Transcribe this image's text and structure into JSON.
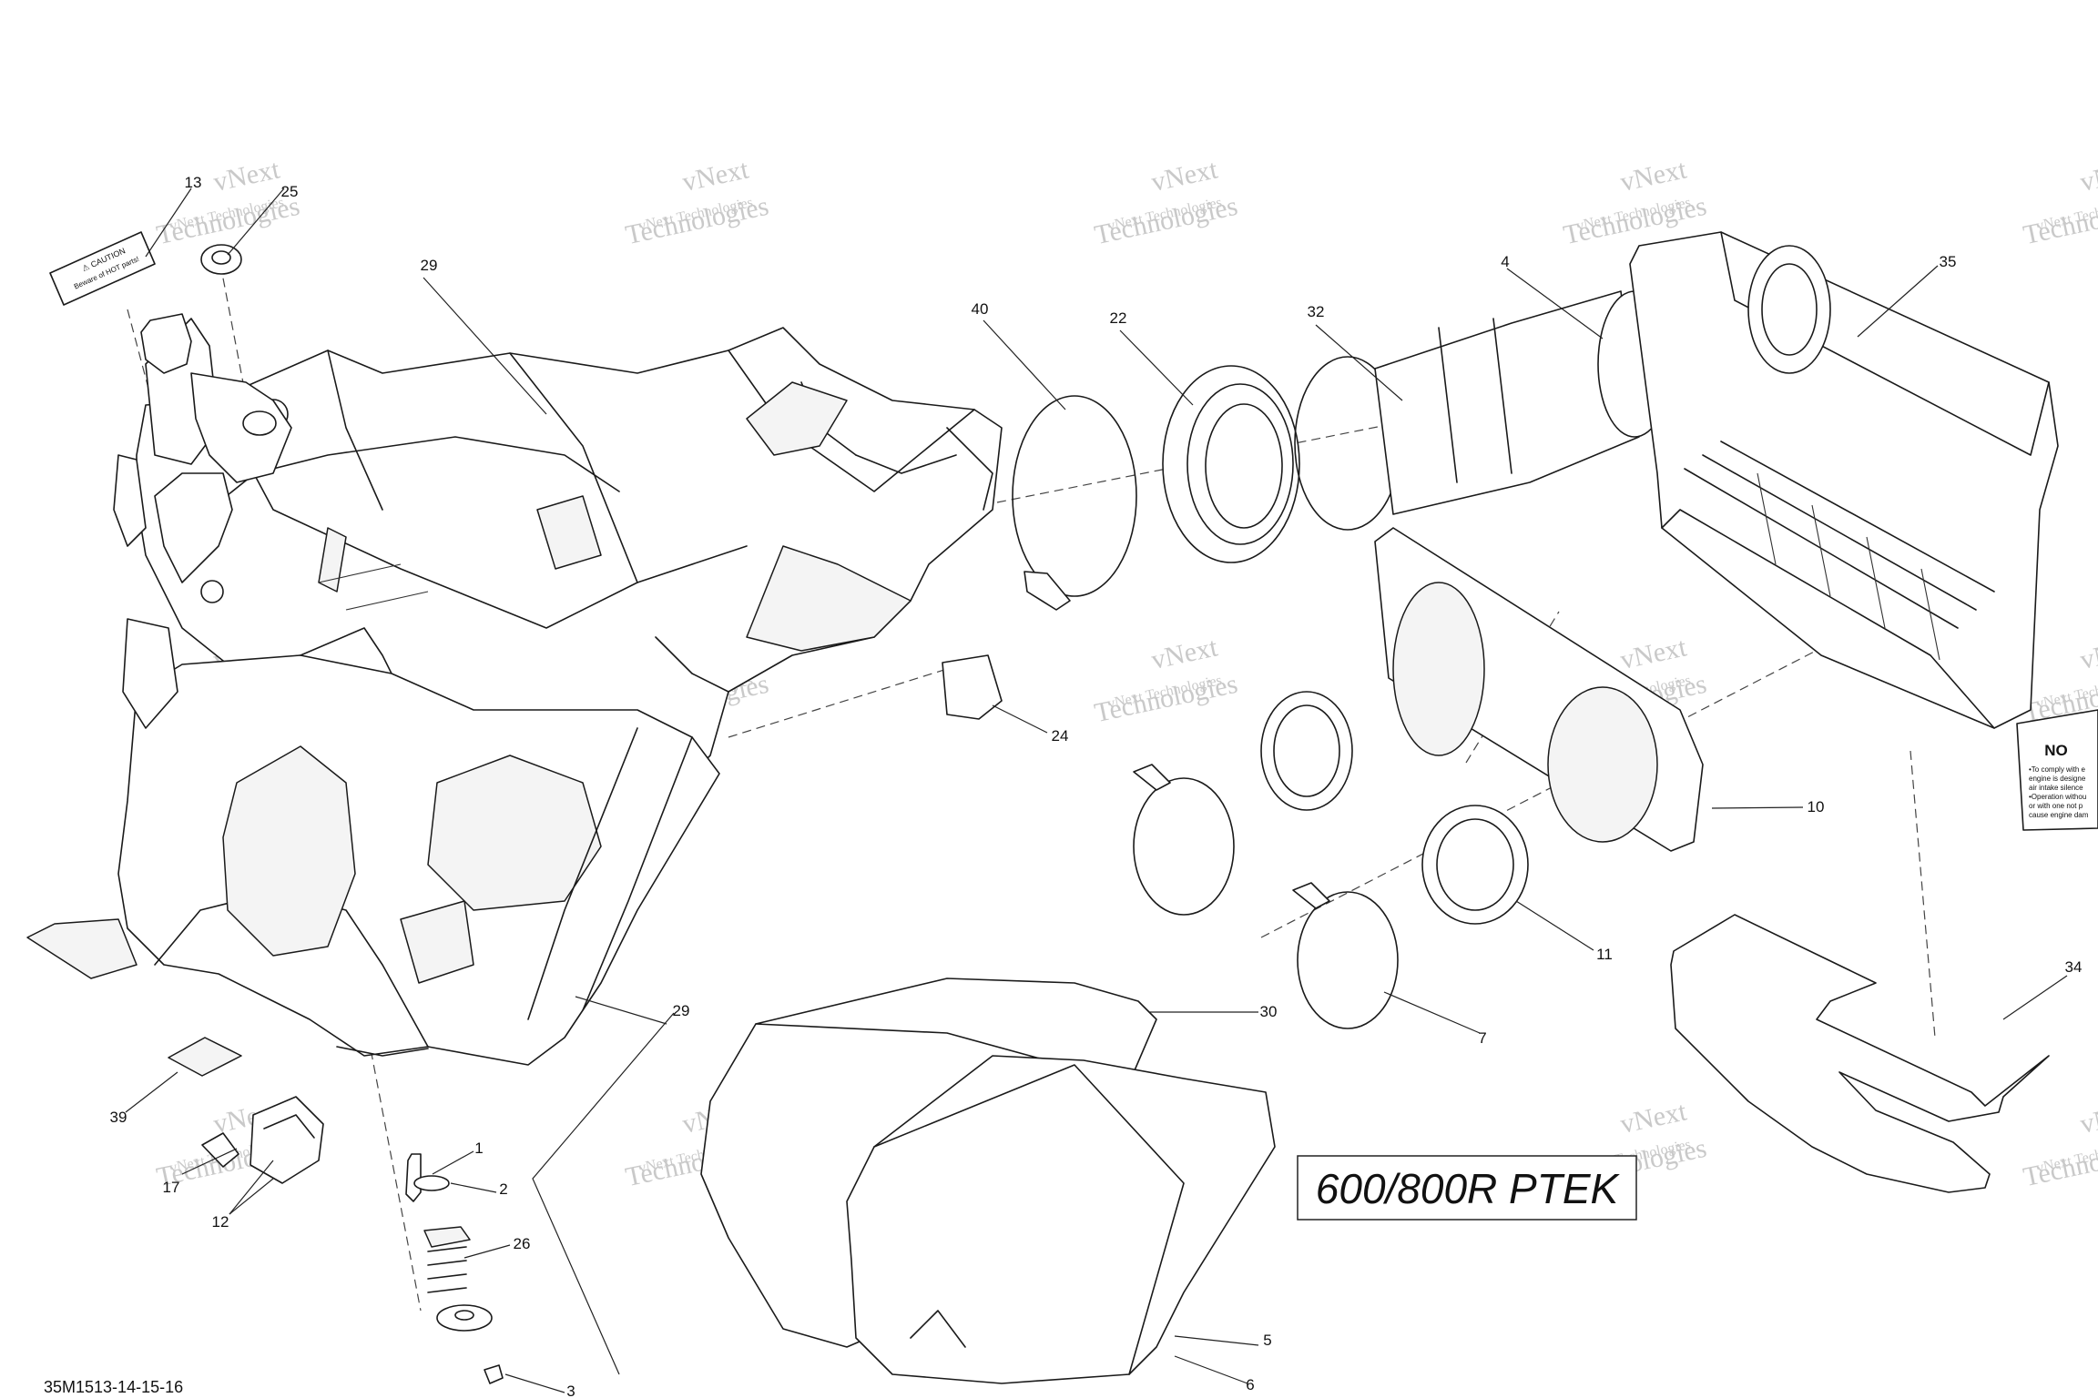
{
  "diagram": {
    "model_label": "600/800R PTEK",
    "drawing_code": "35M1513-14-15-16",
    "watermark_lines": [
      "vNext Technologies",
      "vNext",
      "Technologies"
    ],
    "warning_label_lines": [
      "⚠ CAUTION",
      "Beware of HOT parts!"
    ],
    "notice_label_lines": [
      "NO",
      "•To comply with e",
      "engine is designe",
      "air intake silence",
      "•Operation withou",
      "or with one not p",
      "cause engine dam"
    ],
    "part_numbers": [
      "13",
      "25",
      "29",
      "40",
      "22",
      "32",
      "4",
      "35",
      "24",
      "10",
      "11",
      "7",
      "34",
      "30",
      "39",
      "17",
      "12",
      "1",
      "2",
      "26",
      "3",
      "29",
      "5",
      "6"
    ]
  }
}
